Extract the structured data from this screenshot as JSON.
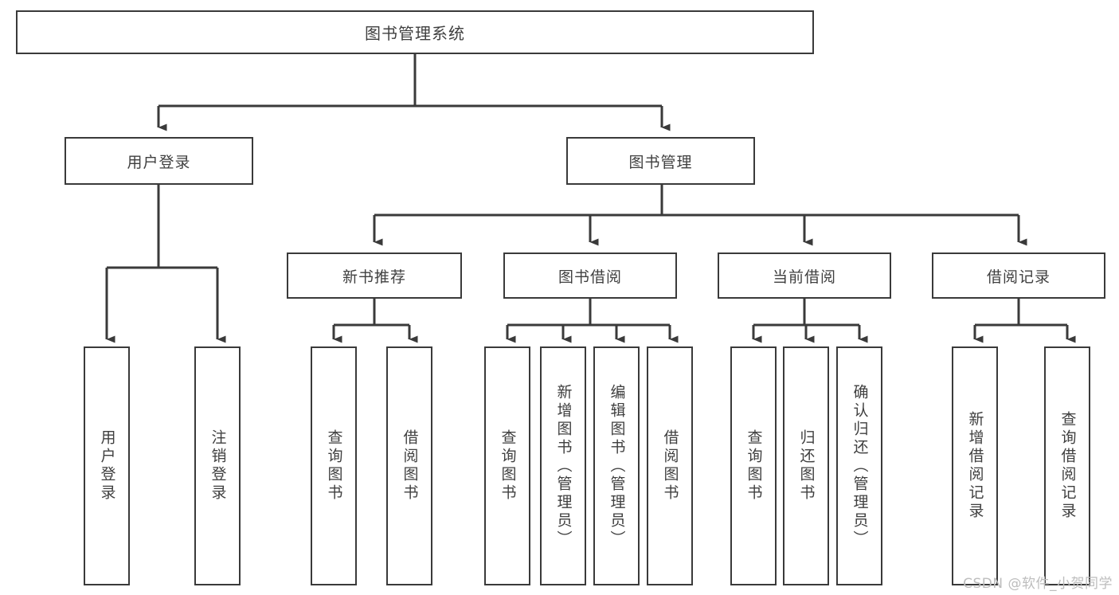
{
  "diagram": {
    "title": "图书管理系统",
    "type": "hierarchy-tree",
    "root": {
      "label": "图书管理系统"
    },
    "level2": [
      {
        "label": "用户登录"
      },
      {
        "label": "图书管理"
      }
    ],
    "level3": [
      {
        "label": "新书推荐"
      },
      {
        "label": "图书借阅"
      },
      {
        "label": "当前借阅"
      },
      {
        "label": "借阅记录"
      }
    ],
    "leaves": {
      "user_login": [
        {
          "label": "用户登录"
        },
        {
          "label": "注销登录"
        }
      ],
      "new_book_recommend": [
        {
          "label": "查询图书"
        },
        {
          "label": "借阅图书"
        }
      ],
      "book_borrow": [
        {
          "label": "查询图书"
        },
        {
          "label": "新增图书（管理员）"
        },
        {
          "label": "编辑图书（管理员）"
        },
        {
          "label": "借阅图书"
        }
      ],
      "current_borrow": [
        {
          "label": "查询图书"
        },
        {
          "label": "归还图书"
        },
        {
          "label": "确认归还（管理员）"
        }
      ],
      "borrow_record": [
        {
          "label": "新增借阅记录"
        },
        {
          "label": "查询借阅记录"
        }
      ]
    }
  },
  "watermark": {
    "text": "CSDN @软件_小贺同学"
  },
  "colors": {
    "stroke": "#3a3a3a",
    "text": "#3f3f3f",
    "background": "#ffffff",
    "watermark": "#bdbdbd"
  }
}
